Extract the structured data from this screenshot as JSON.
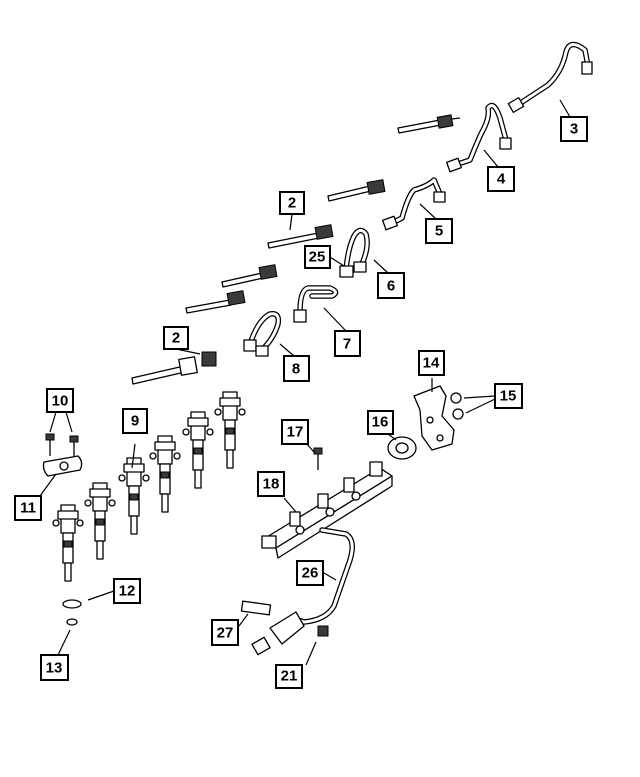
{
  "callouts": {
    "c2a": "2",
    "c2b": "2",
    "c3": "3",
    "c4": "4",
    "c5": "5",
    "c6": "6",
    "c7": "7",
    "c8": "8",
    "c9": "9",
    "c10": "10",
    "c11": "11",
    "c12": "12",
    "c13": "13",
    "c14": "14",
    "c15": "15",
    "c16": "16",
    "c17": "17",
    "c18": "18",
    "c21": "21",
    "c25": "25",
    "c26": "26",
    "c27": "27"
  }
}
